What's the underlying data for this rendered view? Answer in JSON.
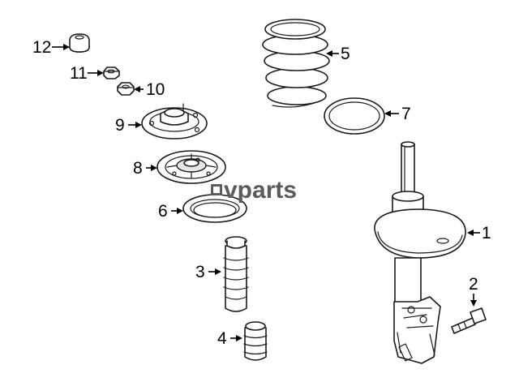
{
  "callouts": {
    "c1": "1",
    "c2": "2",
    "c3": "3",
    "c4": "4",
    "c5": "5",
    "c6": "6",
    "c7": "7",
    "c8": "8",
    "c9": "9",
    "c10": "10",
    "c11": "11",
    "c12": "12"
  },
  "watermark": "vparts"
}
